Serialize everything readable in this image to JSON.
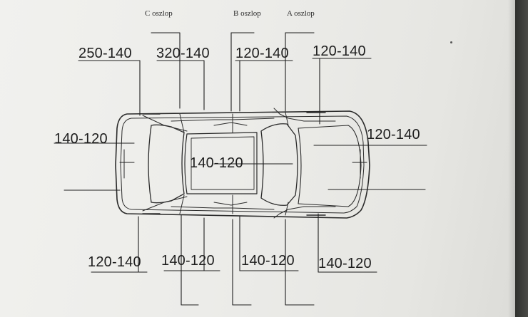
{
  "pillars": {
    "c": "C oszlop",
    "b": "B oszlop",
    "a": "A oszlop"
  },
  "measurements": {
    "top_1": "250-140",
    "top_2": "320-140",
    "top_3": "120-140",
    "top_4": "120-140",
    "left": "140-120",
    "center": "140-120",
    "right": "120-140",
    "bottom_1": "120-140",
    "bottom_2": "140-120",
    "bottom_3": "140-120",
    "bottom_4": "140-120"
  }
}
